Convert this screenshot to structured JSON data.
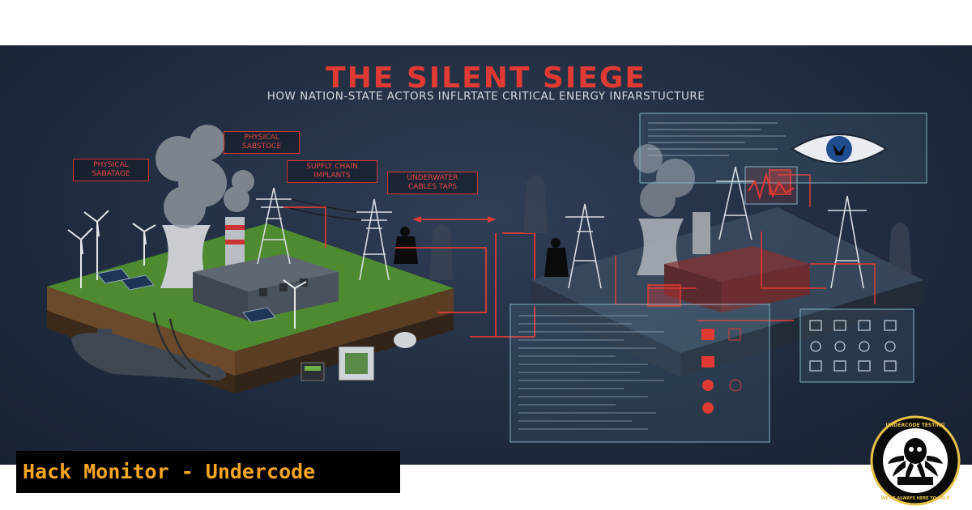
{
  "title": "THE SILENT SIEGE",
  "subtitle": "HOW NATION-STATE ACTORS INFLRTATE CRITICAL ENERGY INFARSTUCTURE",
  "callouts": {
    "physical_sabatage": "PHYSICAL\nSABATAGE",
    "physical_sabstoce": "PHYSICAL\nSABSTOCE",
    "supply_chain": "SUPFLY CHAIN\nIMPLANTS",
    "underwater": "UNDERWATER\nCABLES TAPS"
  },
  "footer": {
    "label": "Hack Monitor - Undercode"
  },
  "logo": {
    "top_text": "UNDERCODE TESTING",
    "bottom_text": "WE'RE ALWAYS HERE TO HELP"
  },
  "colors": {
    "accent_red": "#e03a33",
    "footer_text": "#f5a623",
    "background": "#1f2b3e"
  }
}
